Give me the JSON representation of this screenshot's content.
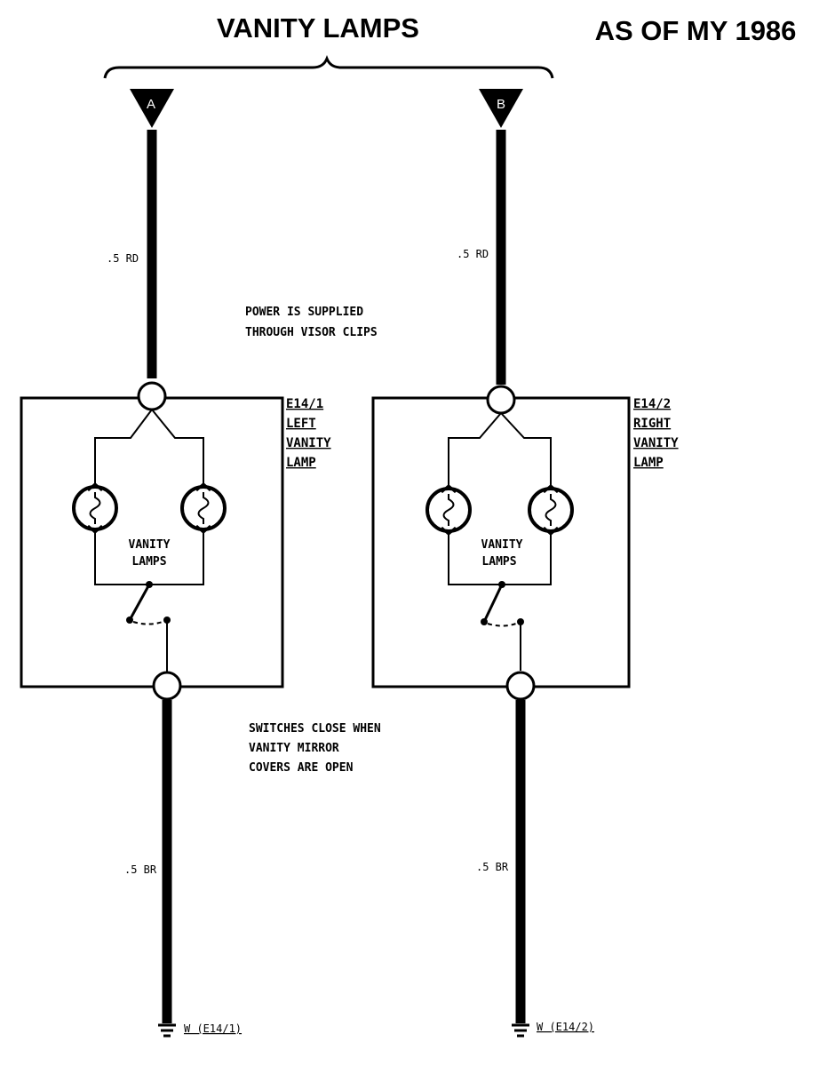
{
  "title": "VANITY LAMPS",
  "model_year": "AS OF MY 1986",
  "note_power": [
    "POWER IS SUPPLIED",
    "THROUGH VISOR CLIPS"
  ],
  "note_switch": [
    "SWITCHES CLOSE WHEN",
    "VANITY MIRROR",
    "COVERS ARE OPEN"
  ],
  "left": {
    "connector": "A",
    "wire_top": ".5 RD",
    "wire_bottom": ".5 BR",
    "component_id": "E14/1",
    "component_name": [
      "LEFT",
      "VANITY",
      "LAMP"
    ],
    "lamps_label": [
      "VANITY",
      "LAMPS"
    ],
    "ground": "W (E14/1)"
  },
  "right": {
    "connector": "B",
    "wire_top": ".5 RD",
    "wire_bottom": ".5 BR",
    "component_id": "E14/2",
    "component_name": [
      "RIGHT",
      "VANITY",
      "LAMP"
    ],
    "lamps_label": [
      "VANITY",
      "LAMPS"
    ],
    "ground": "W (E14/2)"
  }
}
